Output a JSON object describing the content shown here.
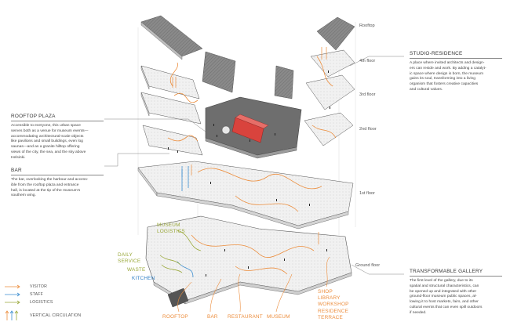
{
  "colors": {
    "visitor": "#ec8d3c",
    "staff": "#3c8ed0",
    "logistics": "#9aa83a",
    "kitchen": "#2f7fc6",
    "highlight": "#d9433d",
    "plaza": "#6d6d6d",
    "line": "#555555"
  },
  "floors": {
    "rooftop": "Rooftop",
    "fourth": "4th floor",
    "third": "3rd floor",
    "second": "2nd floor",
    "first": "1st floor",
    "ground": "Ground floor"
  },
  "annotations": {
    "studio": {
      "title": "STUDIO-RESIDENCE",
      "lines": [
        "A place where invited architects and design-",
        "ers can reside and work. By adding a catalyt-",
        "ic space where design is born, the museum",
        "gains its soul, transforming into a living",
        "organism that fosters creative capacities",
        "and cultural values."
      ]
    },
    "plaza": {
      "title": "ROOFTOP PLAZA",
      "lines": [
        "Accessible to everyone, this urban space",
        "serves both as a venue for museum events—",
        "accommodating architectural-scale objects",
        "like pavilions and small buildings, even log",
        "saunas—and as a granite hilltop offering",
        "views of the city, the sea, and the sky above",
        "Helsinki."
      ]
    },
    "bar": {
      "title": "BAR",
      "lines": [
        "The bar, overlooking the harbour and access-",
        "ible from the rooftop plaza and entrance",
        "hall, is located at the tip of the museum's",
        "southern wing."
      ]
    },
    "gallery": {
      "title": "TRANSFORMABLE GALLERY",
      "lines": [
        "The first level of the gallery, due to its",
        "spatial and structural characteristics, can",
        "be opened up and integrated with other",
        "ground-floor museum public spaces, al-",
        "lowing it to host markets, fairs, and other",
        "cultural events that can even spill outdoors",
        "if needed."
      ]
    }
  },
  "programs": {
    "museum_logistics": [
      "MUSEUM",
      "LOGISTICS"
    ],
    "daily_service": [
      "DAILY",
      "SERVICE"
    ],
    "waste": "WASTE",
    "kitchen": "KITCHEN",
    "bottom": [
      "ROOFTOP",
      "BAR",
      "RESTAURANT",
      "MUSEUM"
    ],
    "right_stack": [
      "SHOP",
      "LIBRARY",
      "WORKSHOP",
      "RESIDENCE",
      "TERRACE"
    ]
  },
  "legend": [
    {
      "label": "VISITOR",
      "color": "#ec8d3c",
      "kind": "arrow"
    },
    {
      "label": "STAFF",
      "color": "#3c8ed0",
      "kind": "arrow"
    },
    {
      "label": "LOGISTICS",
      "color": "#9aa83a",
      "kind": "arrow"
    },
    {
      "label": "VERTICAL CIRCULATION",
      "color": "#ec8d3c",
      "kind": "vertical"
    }
  ]
}
